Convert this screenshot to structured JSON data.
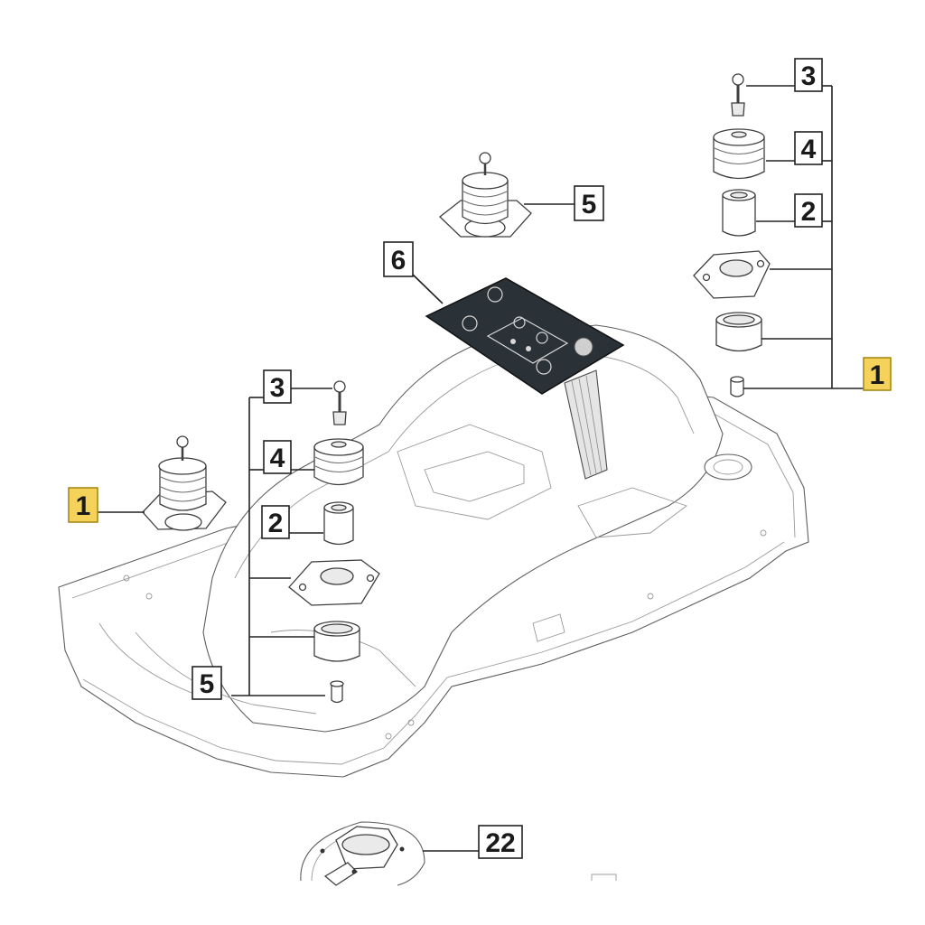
{
  "callouts": {
    "item_1_left": "1",
    "item_1_right": "1",
    "item_2_center": "2",
    "item_2_right": "2",
    "item_3_center": "3",
    "item_3_right": "3",
    "item_4_center": "4",
    "item_4_right": "4",
    "item_5_center": "5",
    "item_5_top": "5",
    "item_6": "6",
    "item_22": "22"
  },
  "colors": {
    "highlight": "#f5d35a",
    "line": "#222222",
    "control_panel": "#2a3137"
  }
}
